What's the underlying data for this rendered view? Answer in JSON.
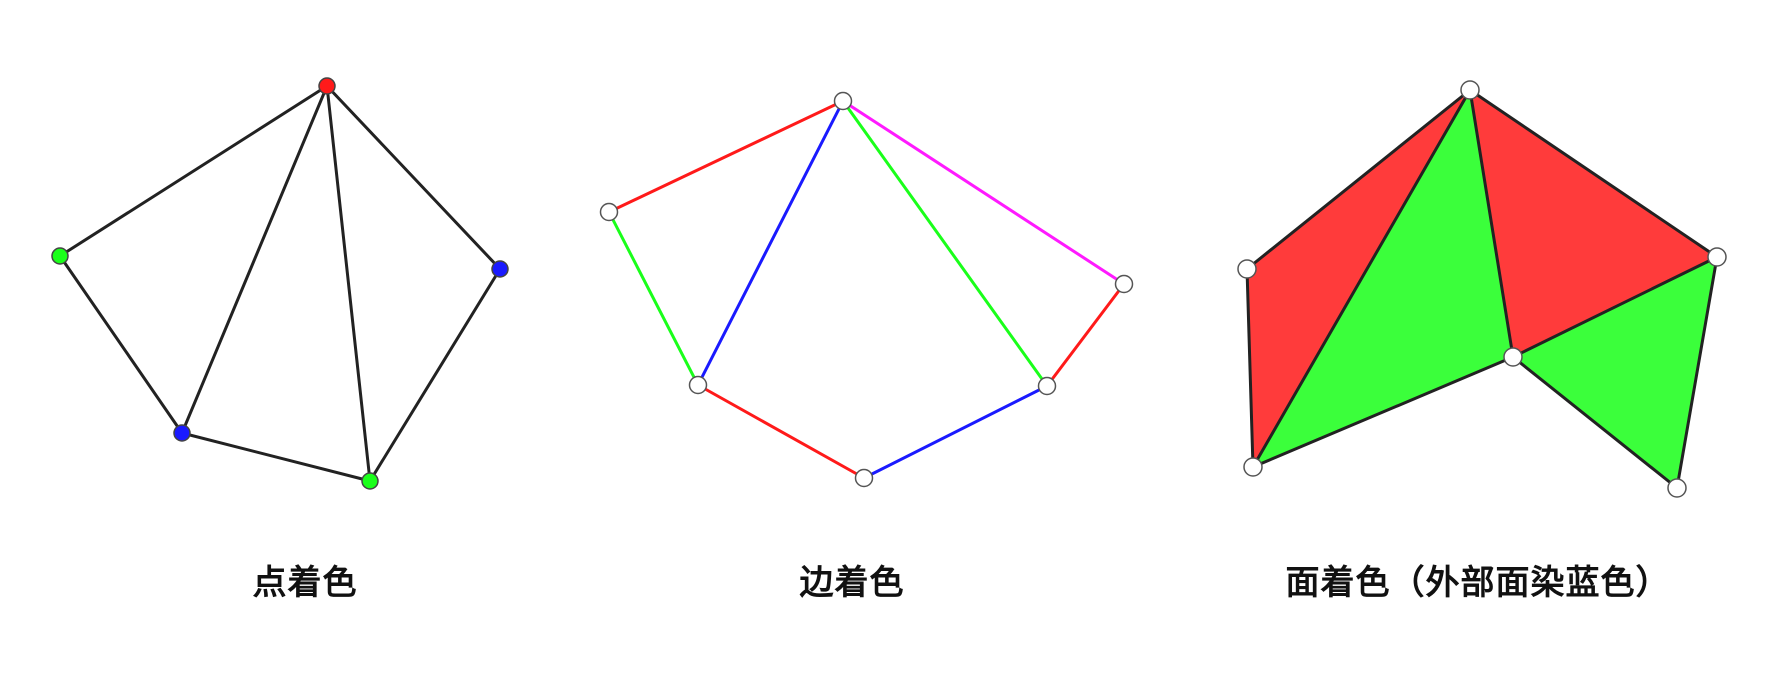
{
  "captions": {
    "vertex": "点着色",
    "edge": "边着色",
    "face": "面着色（外部面染蓝色）"
  },
  "colors": {
    "red": "#ff1a1a",
    "green": "#1aff1a",
    "blue": "#1a1aff",
    "magenta": "#ff1aff",
    "face_red": "#ff3b3b",
    "face_green": "#3bff3b",
    "edge_black": "#222222",
    "node_white": "#ffffff"
  },
  "graphs": {
    "vertex_coloring": {
      "node_colors": [
        "red",
        "green",
        "blue",
        "green",
        "blue"
      ]
    },
    "edge_coloring": {
      "edge_colors": [
        "red",
        "magenta",
        "blue",
        "green",
        "green",
        "red",
        "red",
        "blue"
      ]
    },
    "face_coloring": {
      "face_colors": [
        "red",
        "green",
        "red",
        "green"
      ],
      "outer_face_color": "blue"
    }
  }
}
